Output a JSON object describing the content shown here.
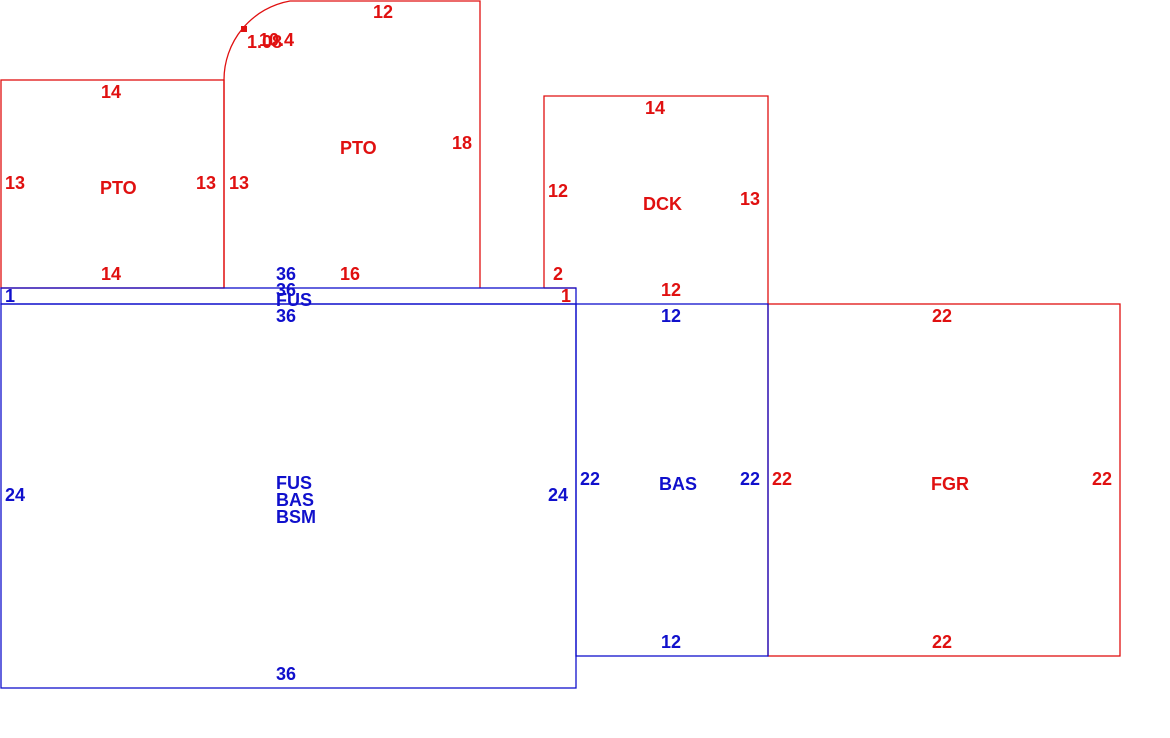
{
  "colors": {
    "exterior": "#e01010",
    "living": "#1010cc",
    "background": "#ffffff"
  },
  "areas": {
    "pto_west": {
      "label": "PTO",
      "top": "14",
      "bottom": "14",
      "left": "13",
      "right": "13"
    },
    "pto_north": {
      "label": "PTO",
      "top": "12",
      "arc": "10.4",
      "arc2": "1.08",
      "right": "18",
      "left": "13",
      "bottom": "16"
    },
    "dck": {
      "label": "DCK",
      "top": "14",
      "left": "12",
      "right": "13",
      "bottom": "12",
      "step": "2"
    },
    "fus_strip": {
      "label": "FUS",
      "top": "36",
      "mid": "36",
      "left": "1",
      "right": "1"
    },
    "main": {
      "label_1": "FUS",
      "label_2": "BAS",
      "label_3": "BSM",
      "top": "36",
      "bottom": "36",
      "left": "24",
      "right": "24"
    },
    "bas": {
      "label": "BAS",
      "top": "12",
      "bottom": "12",
      "left": "22",
      "right": "22"
    },
    "fgr": {
      "label": "FGR",
      "top": "22",
      "bottom": "22",
      "left": "22",
      "right": "22"
    }
  }
}
